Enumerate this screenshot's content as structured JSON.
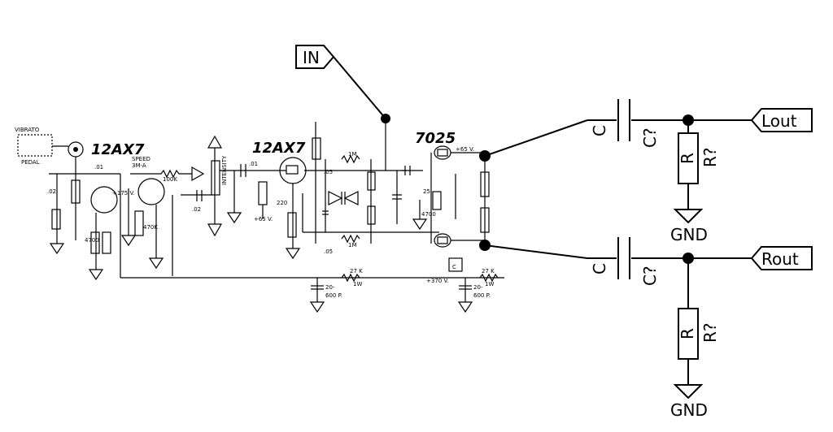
{
  "ports": {
    "in": "IN",
    "lout": "Lout",
    "rout": "Rout"
  },
  "components": {
    "cap_value": "C",
    "cap_ref": "C?",
    "res_value": "R",
    "res_ref": "R?",
    "gnd": "GND"
  },
  "scan": {
    "tube1": "12AX7",
    "tube2": "12AX7",
    "tube3": "7025",
    "vibrato": "VIBRATO",
    "pedal": "PEDAL",
    "speed": "SPEED",
    "speed_val": "3M-A",
    "r100k": "100K",
    "intensity": "INTENSITY",
    "r27k": "27 K",
    "w1": "1W",
    "cap20": "20-",
    "cap600p": "600 P.",
    "v370": "+370 V.",
    "c_box": "C",
    "v1": ".01",
    "v2": ".02",
    "v3": ".05",
    "v4": "1M",
    "v5": "+65 V.",
    "v6": "+175 V.",
    "v7": "470K",
    "v8": "220",
    "v9": "25",
    "v10": "4700"
  }
}
